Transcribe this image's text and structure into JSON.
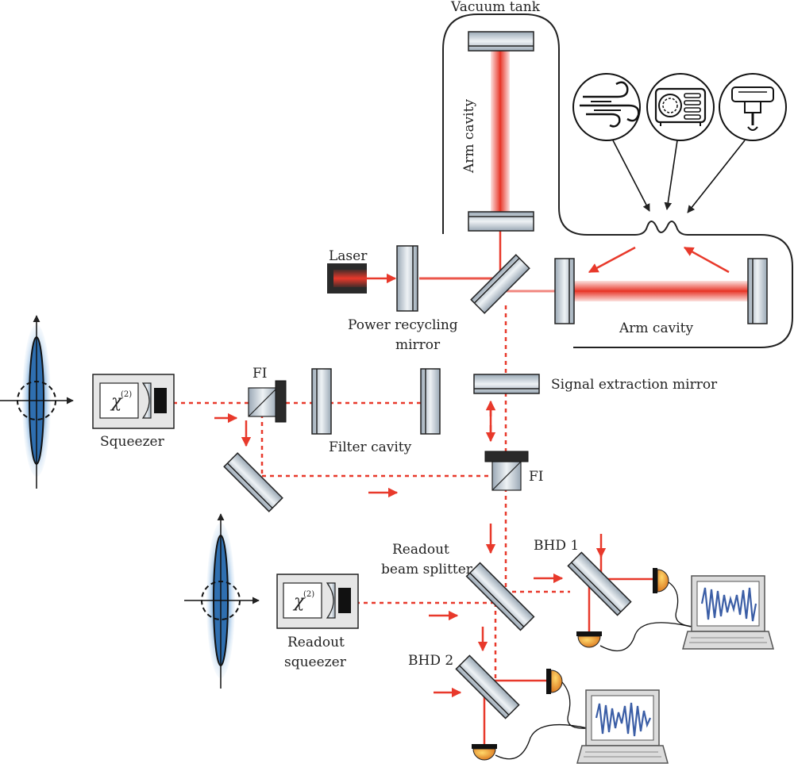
{
  "labels": {
    "vacuum_tank": "Vacuum tank",
    "arm_cavity_vertical": "Arm cavity",
    "arm_cavity_horizontal": "Arm cavity",
    "laser": "Laser",
    "power_recycling_line1": "Power recycling",
    "power_recycling_line2": "mirror",
    "signal_extraction": "Signal extraction mirror",
    "filter_cavity": "Filter cavity",
    "fi_top": "FI",
    "fi_right": "FI",
    "squeezer": "Squeezer",
    "chi_squeezer": "χ",
    "chi_sup_squeezer": "(2)",
    "readout_bs_line1": "Readout",
    "readout_bs_line2": "beam splitter",
    "bhd1": "BHD 1",
    "bhd2": "BHD 2",
    "readout_squeezer_line1": "Readout",
    "readout_squeezer_line2": "squeezer",
    "chi_readout": "χ",
    "chi_sup_readout": "(2)"
  },
  "colors": {
    "beam": "#e8392b",
    "mirror_fill": "#c9d3dc",
    "outline": "#222222",
    "squeezed_state": "#2f6fb0",
    "screen_signal": "#3b5ea6"
  },
  "icons": [
    "wind-noise-icon",
    "hvac-fan-noise-icon",
    "drill-seismic-noise-icon"
  ]
}
